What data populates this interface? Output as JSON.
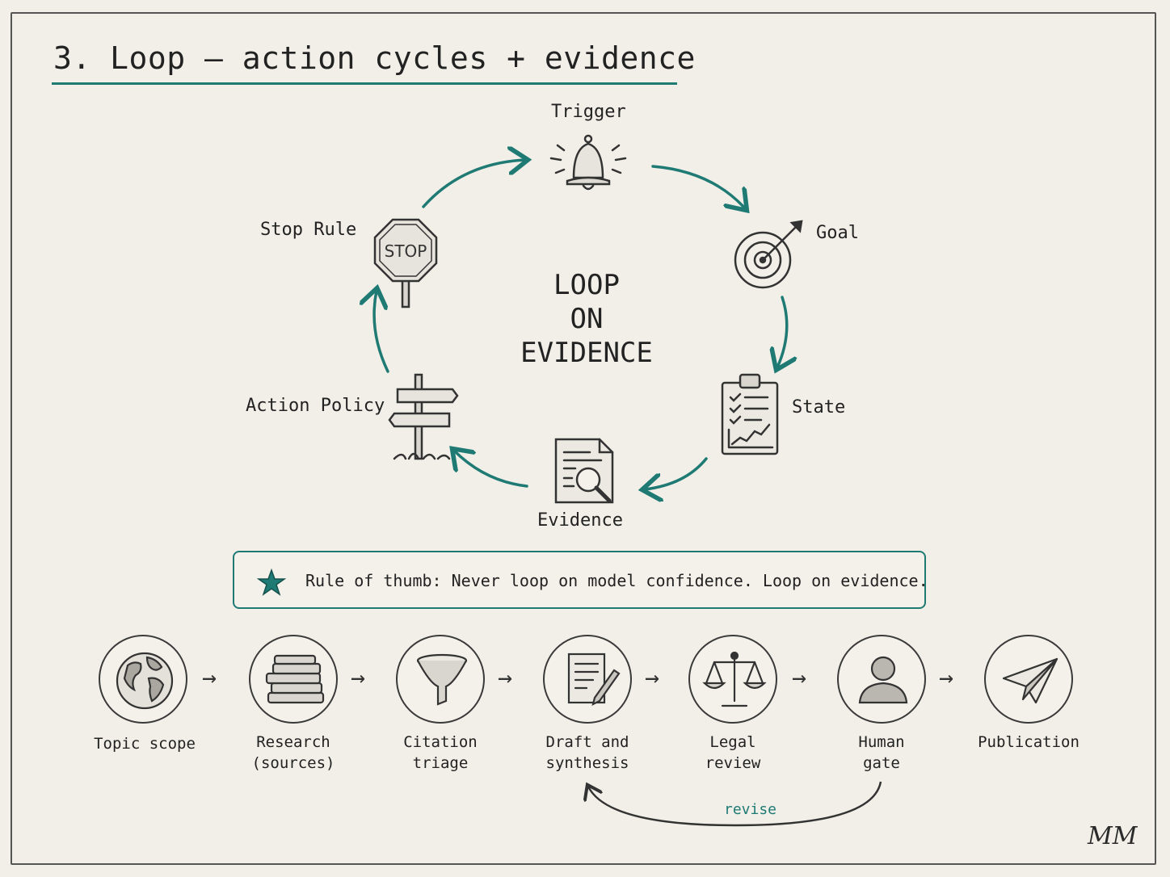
{
  "title": "3. Loop — action cycles + evidence",
  "loop": {
    "center_lines": [
      "LOOP",
      "ON",
      "EVIDENCE"
    ],
    "nodes": {
      "trigger": "Trigger",
      "goal": "Goal",
      "state": "State",
      "evidence": "Evidence",
      "action_policy": "Action Policy",
      "stop_rule": "Stop Rule"
    },
    "stop_sign_text": "STOP",
    "accent_color": "#1f7a74"
  },
  "rule_of_thumb": "Rule of thumb: Never loop on model confidence. Loop on evidence.",
  "pipeline": {
    "steps": [
      {
        "line1": "Topic scope",
        "line2": "",
        "icon": "globe-icon"
      },
      {
        "line1": "Research",
        "line2": "(sources)",
        "icon": "books-icon"
      },
      {
        "line1": "Citation",
        "line2": "triage",
        "icon": "funnel-icon"
      },
      {
        "line1": "Draft and",
        "line2": "synthesis",
        "icon": "document-pen-icon"
      },
      {
        "line1": "Legal",
        "line2": "review",
        "icon": "scales-icon"
      },
      {
        "line1": "Human",
        "line2": "gate",
        "icon": "person-icon"
      },
      {
        "line1": "Publication",
        "line2": "",
        "icon": "paper-plane-icon"
      }
    ],
    "arrow": "→",
    "revise_label": "revise"
  },
  "signature": "MM"
}
